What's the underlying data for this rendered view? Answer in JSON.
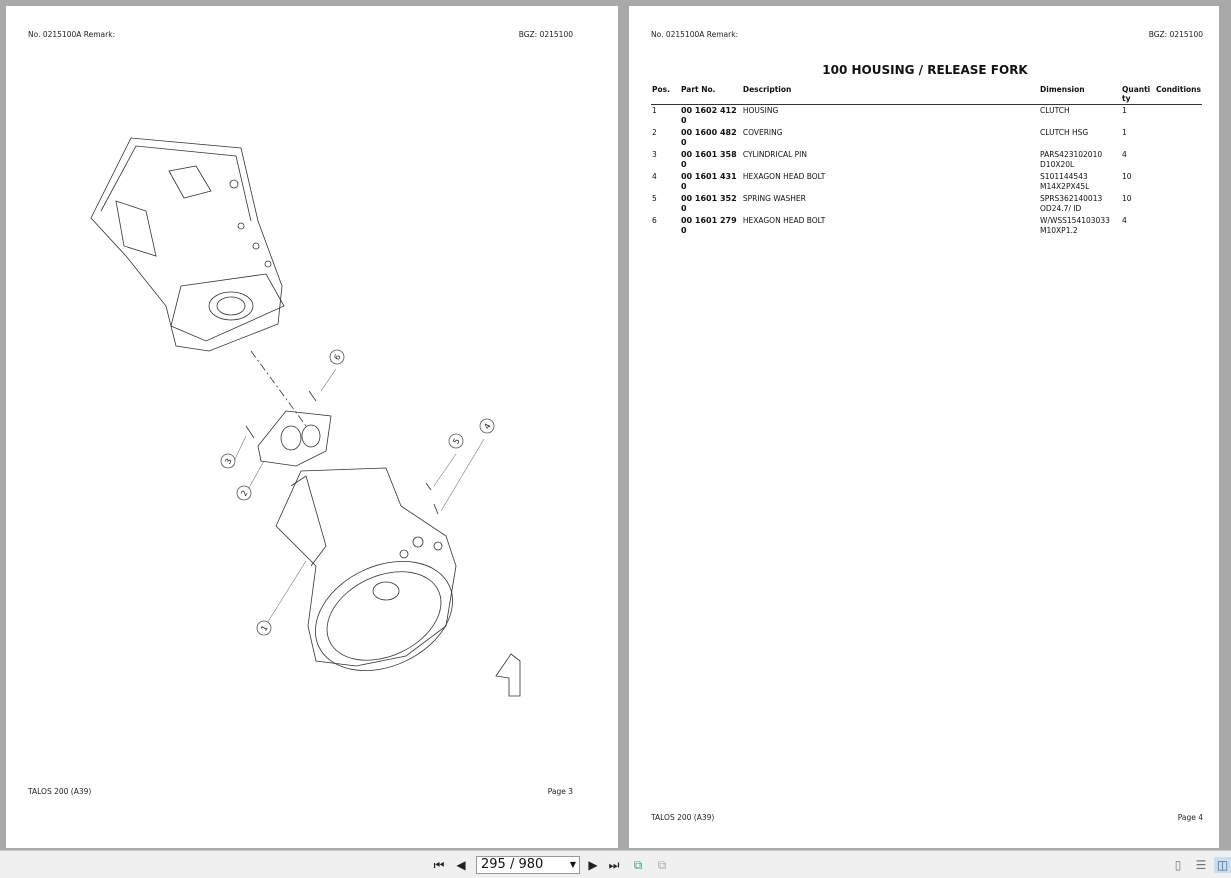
{
  "left_page": {
    "header_left": "No. 0215100A   Remark:",
    "header_right": "BGZ: 0215100",
    "footer_left": "TALOS 200 (A39)",
    "footer_right": "Page 3",
    "callouts": [
      "1",
      "2",
      "3",
      "4",
      "5",
      "6"
    ]
  },
  "right_page": {
    "header_left": "No. 0215100A   Remark:",
    "header_right": "BGZ: 0215100",
    "title": "100 HOUSING / RELEASE FORK",
    "columns": [
      "Pos.",
      "Part No.",
      "Description",
      "Dimension",
      "Quanti ty",
      "Conditions"
    ],
    "rows": [
      {
        "pos": "1",
        "part": "00 1602 412 0",
        "desc": "HOUSING",
        "dim": "CLUTCH",
        "qty": "1",
        "cond": ""
      },
      {
        "pos": "2",
        "part": "00 1600 482 0",
        "desc": "COVERING",
        "dim": "CLUTCH HSG",
        "qty": "1",
        "cond": ""
      },
      {
        "pos": "3",
        "part": "00 1601 358 0",
        "desc": "CYLINDRICAL PIN",
        "dim": "PARS423102010 D10X20L",
        "qty": "4",
        "cond": ""
      },
      {
        "pos": "4",
        "part": "00 1601 431 0",
        "desc": "HEXAGON HEAD BOLT",
        "dim": "S101144543 M14X2PX45L",
        "qty": "10",
        "cond": ""
      },
      {
        "pos": "5",
        "part": "00 1601 352 0",
        "desc": "SPRING WASHER",
        "dim": "SPRS362140013 OD24.7/ ID",
        "qty": "10",
        "cond": ""
      },
      {
        "pos": "6",
        "part": "00 1601 279 0",
        "desc": "HEXAGON HEAD BOLT",
        "dim": "W/WSS154103033 M10XP1.2",
        "qty": "4",
        "cond": ""
      }
    ],
    "footer_left": "TALOS 200 (A39)",
    "footer_right": "Page 4"
  },
  "toolbar": {
    "page_value": "295 / 980"
  }
}
